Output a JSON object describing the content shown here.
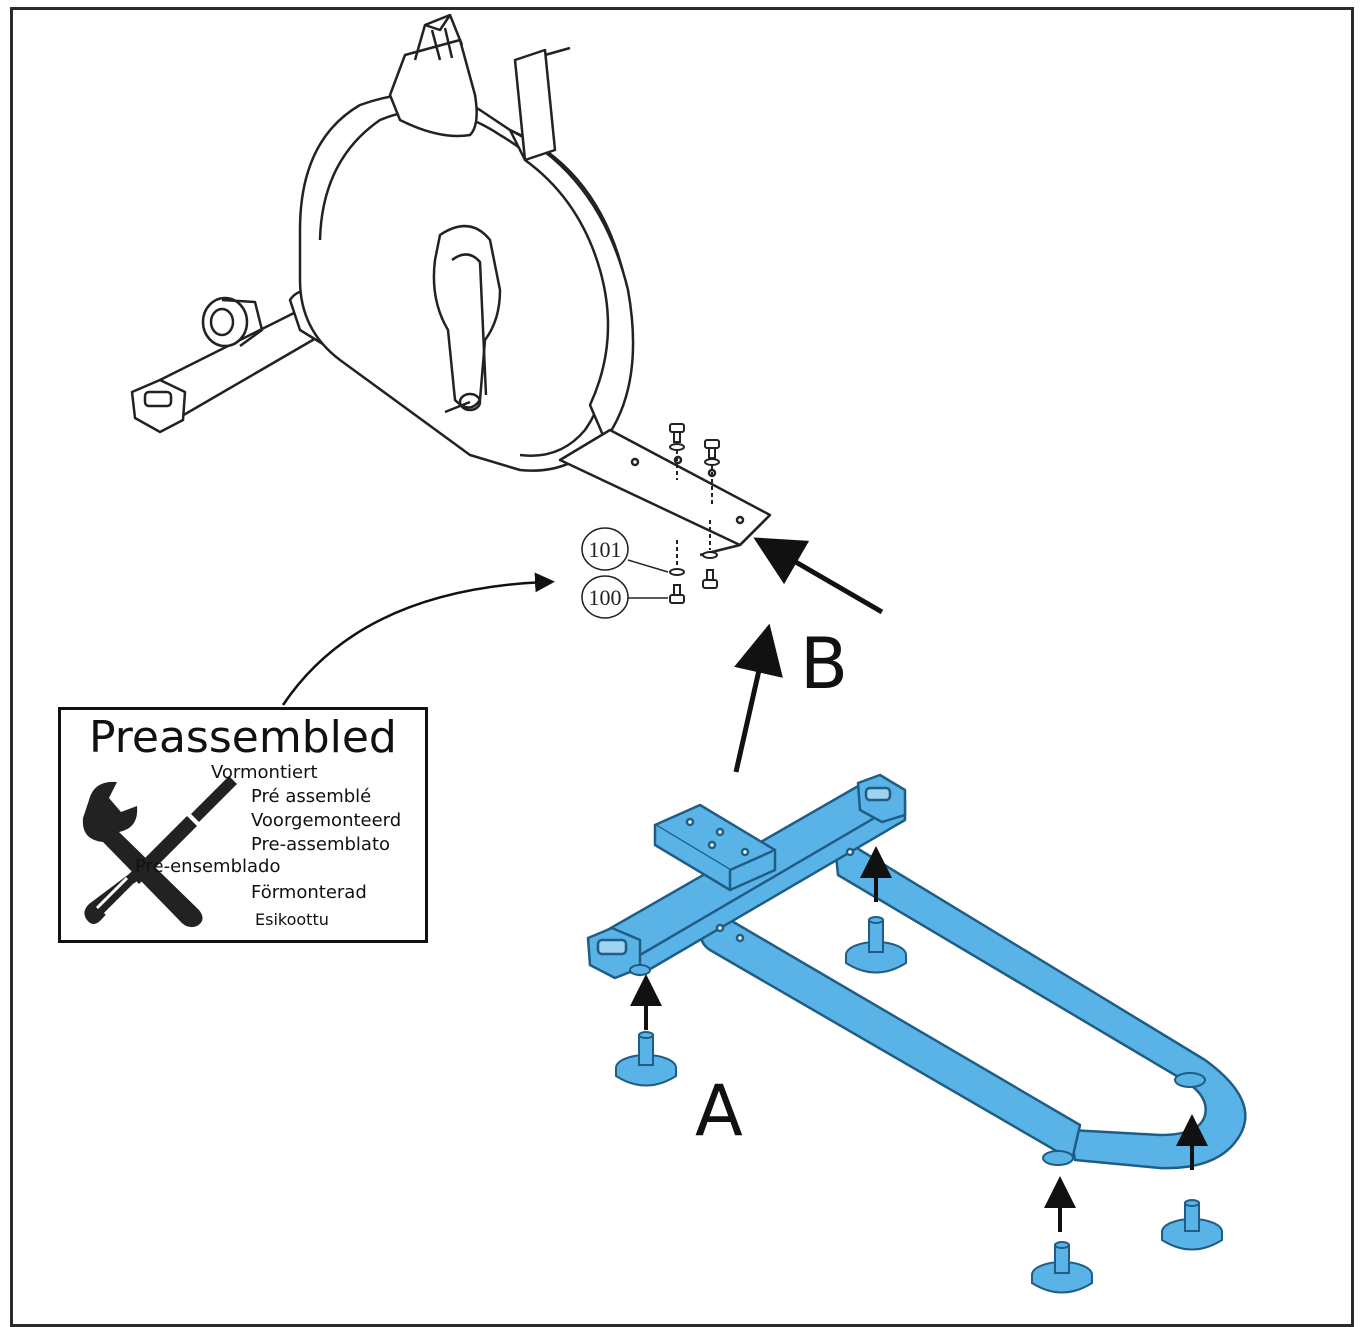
{
  "labels": {
    "part_a": "A",
    "part_b": "B",
    "callout_101": "101",
    "callout_100": "100"
  },
  "preassembled": {
    "title": "Preassembled",
    "languages": [
      "Vormontiert",
      "Pré assemblé",
      "Voorgemonteerd",
      "Pre-assemblato",
      "Pre-ensemblado",
      "Förmonterad",
      "Esikoottu"
    ]
  },
  "colors": {
    "frame_blue": "#5ab3e6",
    "frame_outline": "#1f5d85",
    "line_art": "#222222"
  },
  "icons": [
    "wrench-screwdriver-icon",
    "arrow-up-icon",
    "bolt-icon",
    "leveling-foot-icon"
  ]
}
